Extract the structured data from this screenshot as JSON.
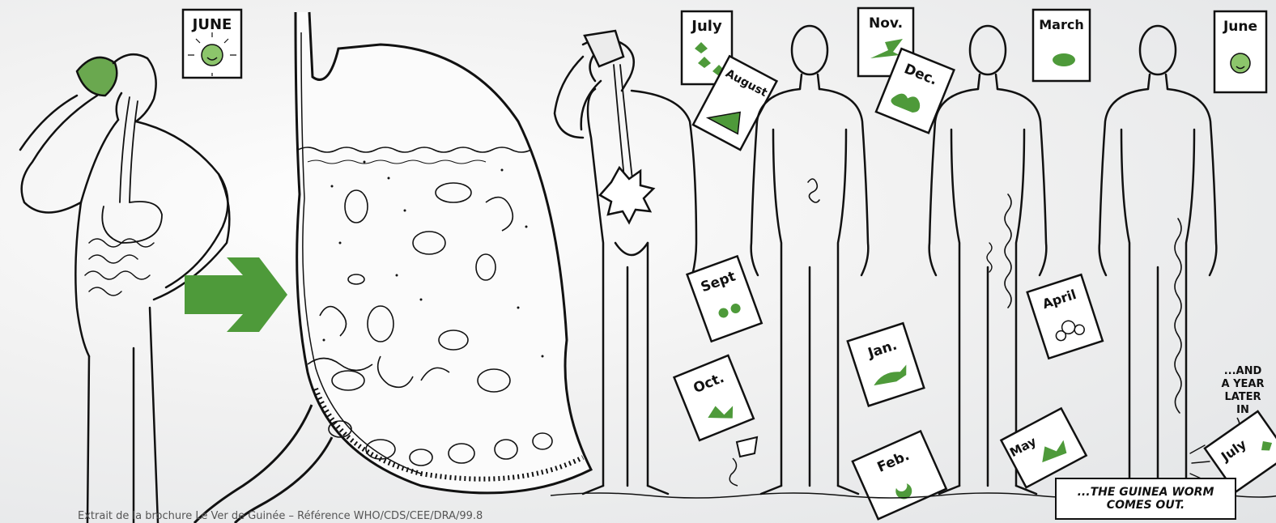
{
  "calendar": {
    "june_start": "JUNE",
    "july": "July",
    "august": "August",
    "sept": "Sept",
    "oct": "Oct.",
    "nov": "Nov.",
    "dec": "Dec.",
    "jan": "Jan.",
    "feb": "Feb.",
    "march": "March",
    "april": "April",
    "may": "May",
    "june_end": "June",
    "july_end": "July"
  },
  "annotation": {
    "line1": "...AND",
    "line2": "A YEAR",
    "line3": "LATER",
    "line4": "IN"
  },
  "caption_box": {
    "line1": "...THE GUINEA WORM",
    "line2": "COMES OUT."
  },
  "footer": {
    "text": "Extrait de la brochure Le Ver de Guinée – Référence WHO/CDS/CEE/DRA/99.8"
  },
  "colors": {
    "accent_green": "#4e9a3a",
    "ink": "#111111"
  }
}
